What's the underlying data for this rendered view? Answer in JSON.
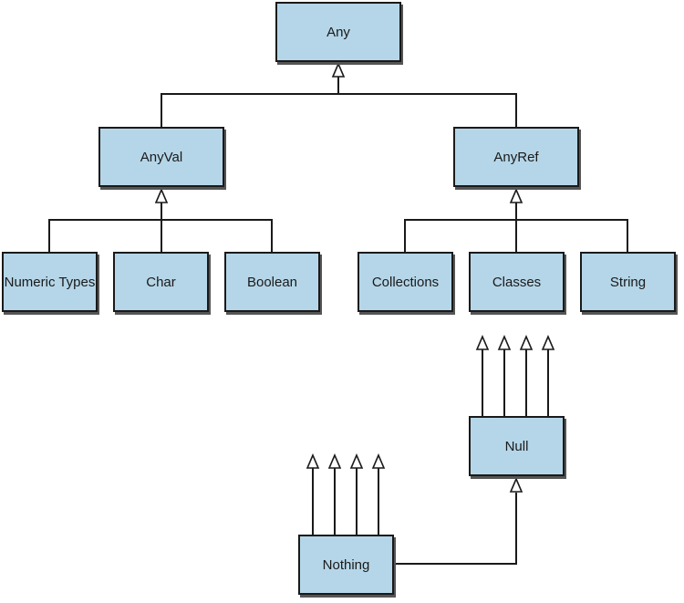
{
  "diagram": {
    "colors": {
      "box_fill": "#b5d6e8",
      "box_border": "#1a1a1a",
      "line": "#1a1a1a"
    },
    "nodes": {
      "any": "Any",
      "anyval": "AnyVal",
      "anyref": "AnyRef",
      "numeric_types": "Numeric Types",
      "char": "Char",
      "boolean": "Boolean",
      "collections": "Collections",
      "classes": "Classes",
      "string": "String",
      "null": "Null",
      "nothing": "Nothing"
    },
    "edges": [
      {
        "from": "anyval",
        "to": "any"
      },
      {
        "from": "anyref",
        "to": "any"
      },
      {
        "from": "numeric_types",
        "to": "anyval"
      },
      {
        "from": "char",
        "to": "anyval"
      },
      {
        "from": "boolean",
        "to": "anyval"
      },
      {
        "from": "collections",
        "to": "anyref"
      },
      {
        "from": "classes",
        "to": "anyref"
      },
      {
        "from": "string",
        "to": "anyref"
      },
      {
        "from": "nothing",
        "to": "null"
      }
    ]
  }
}
